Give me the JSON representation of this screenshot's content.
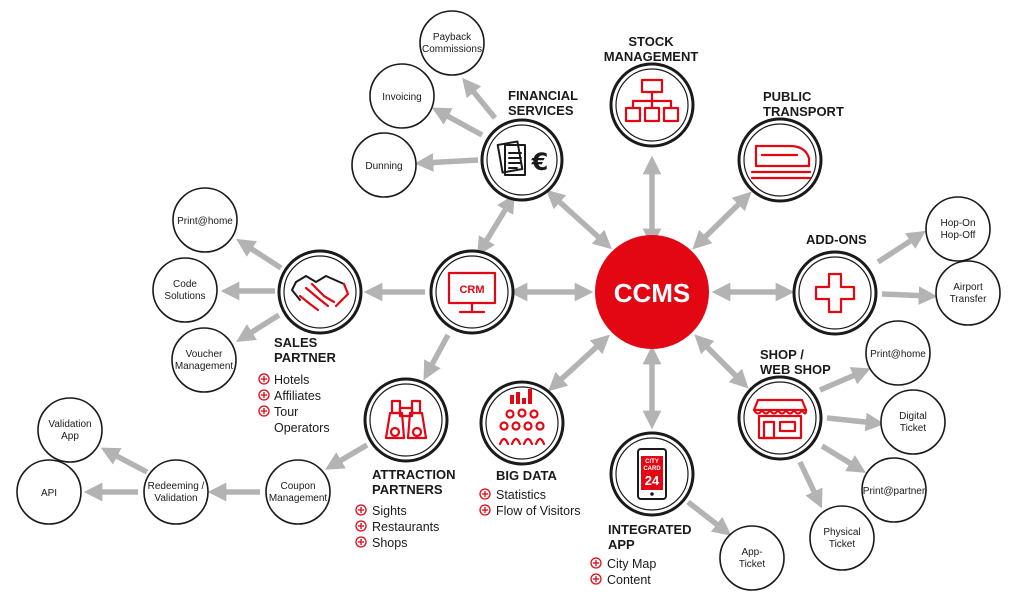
{
  "hub": {
    "label": "CCMS"
  },
  "nodes": {
    "financial_services": {
      "title": [
        "FINANCIAL",
        "SERVICES"
      ]
    },
    "stock_management": {
      "title": [
        "STOCK",
        "MANAGEMENT"
      ]
    },
    "public_transport": {
      "title": [
        "PUBLIC",
        "TRANSPORT"
      ]
    },
    "add_ons": {
      "title": [
        "ADD-ONS"
      ]
    },
    "shop": {
      "title": [
        "SHOP /",
        "WEB SHOP"
      ]
    },
    "integrated_app": {
      "title": [
        "INTEGRATED",
        "APP"
      ],
      "features": [
        "City Map",
        "Content"
      ]
    },
    "big_data": {
      "title": [
        "BIG DATA"
      ],
      "features": [
        "Statistics",
        "Flow of Visitors"
      ]
    },
    "attraction_partners": {
      "title": [
        "ATTRACTION",
        "PARTNERS"
      ],
      "features": [
        "Sights",
        "Restaurants",
        "Shops"
      ]
    },
    "crm": {
      "label": "CRM"
    },
    "sales_partner": {
      "title": [
        "SALES",
        "PARTNER"
      ],
      "features": [
        "Hotels",
        "Affiliates",
        "Tour",
        "Operators"
      ]
    }
  },
  "leaves": {
    "payback": [
      "Payback",
      "Commissions"
    ],
    "invoicing": [
      "Invoicing"
    ],
    "dunning": [
      "Dunning"
    ],
    "hop_on": [
      "Hop-On",
      "Hop-Off"
    ],
    "airport": [
      "Airport",
      "Transfer"
    ],
    "print_home_shop": [
      "Print@home"
    ],
    "digital_ticket": [
      "Digital",
      "Ticket"
    ],
    "print_partner": [
      "Print@partner"
    ],
    "physical_ticket": [
      "Physical",
      "Ticket"
    ],
    "app_ticket": [
      "App-",
      "Ticket"
    ],
    "print_home_sales": [
      "Print@home"
    ],
    "code_solutions": [
      "Code",
      "Solutions"
    ],
    "voucher": [
      "Voucher",
      "Management"
    ],
    "coupon": [
      "Coupon",
      "Management"
    ],
    "redeeming": [
      "Redeeming /",
      "Validation"
    ],
    "validation_app": [
      "Validation",
      "App"
    ],
    "api": [
      "API"
    ]
  },
  "app_icon_text": [
    "CITY",
    "CARD",
    "24"
  ],
  "colors": {
    "accent": "#e30613",
    "arrow": "#b3b3b3",
    "ink": "#1a1a1a"
  }
}
